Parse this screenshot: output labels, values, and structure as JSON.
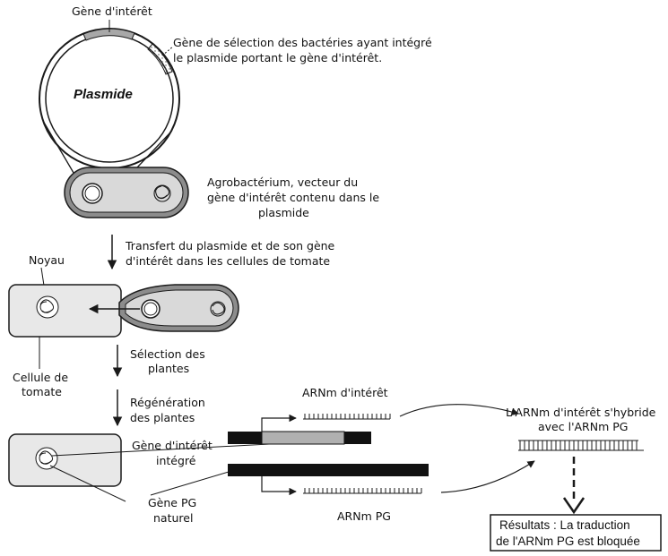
{
  "labels": {
    "gene_interet_top": "Gène d'intérêt",
    "gene_selection_line1": "Gène de sélection des bactéries  ayant intégré",
    "gene_selection_line2": "le plasmide portant le gène d'intérêt.",
    "plasmide": "Plasmide",
    "agro_line1": "Agrobactérium, vecteur du",
    "agro_line2": "gène d'intérêt contenu dans le",
    "agro_line3": "plasmide",
    "transfert_line1": "Transfert du plasmide et de son gène",
    "transfert_line2": "d'intérêt dans les cellules de tomate",
    "noyau": "Noyau",
    "selection_line1": "Sélection des",
    "selection_line2": "plantes",
    "cellule_line1": "Cellule de",
    "cellule_line2": "tomate",
    "regeneration_line1": "Régénération",
    "regeneration_line2": "des plantes",
    "arnm_interet": "ARNm d'intérêt",
    "hybride_line1": "L'ARNm d'intérêt s'hybride",
    "hybride_line2": "avec l'ARNm PG",
    "gene_integre_line1": "Gène d'intérêt",
    "gene_integre_line2": "intégré",
    "gene_pg_line1": "Gène PG",
    "gene_pg_line2": "naturel",
    "arnm_pg": "ARNm PG",
    "resultats_line1": "Résultats : La traduction",
    "resultats_line2": "de l'ARNm PG est bloquée"
  },
  "colors": {
    "outline": "#1a1a1a",
    "cell_fill": "#e6e6e6",
    "bacteria_fill": "#cfcfcf",
    "gene_fill": "#b0b0b0"
  }
}
